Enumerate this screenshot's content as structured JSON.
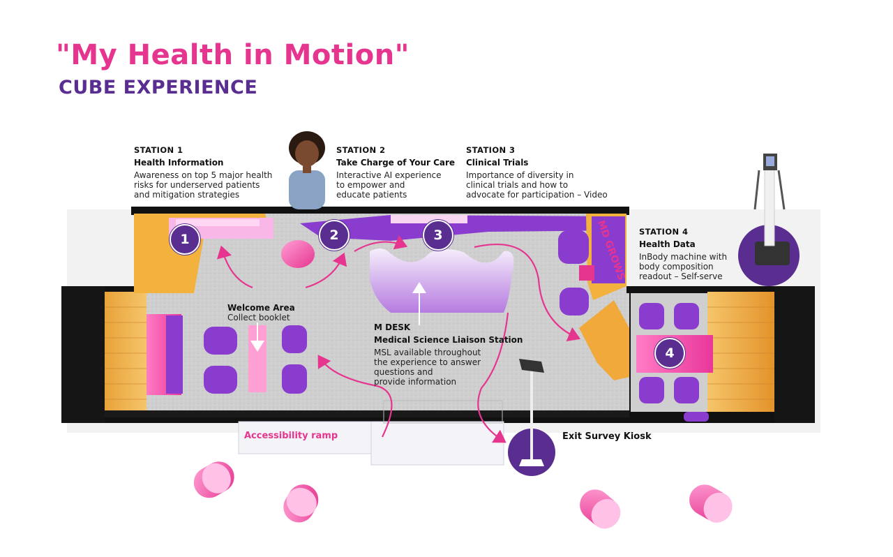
{
  "title": "\"My Health in Motion\"",
  "subtitle": "CUBE EXPERIENCE",
  "stations": [
    {
      "heading": "STATION 1",
      "name": "Health Information",
      "description": "Awareness on top 5 major health\nrisks for underserved patients\nand mitigation strategies",
      "number": "1"
    },
    {
      "heading": "STATION 2",
      "name": "Take Charge of Your Care",
      "description": "Interactive AI experience\nto empower and\neducate patients",
      "number": "2"
    },
    {
      "heading": "STATION 3",
      "name": "Clinical Trials",
      "description": "Importance of diversity in\nclinical trials and how to\nadvocate for participation – Video",
      "number": "3"
    },
    {
      "heading": "STATION 4",
      "name": "Health Data",
      "description": "InBody machine with\nbody composition\nreadout – Self-serve",
      "number": "4"
    }
  ],
  "welcome": {
    "title": "Welcome Area",
    "text": "Collect booklet"
  },
  "mdesk": {
    "title": "M DESK",
    "subtitle": "Medical Science Liaison Station",
    "text": "MSL available throughout\nthe experience to answer\nquestions and\nprovide information"
  },
  "ramp_label": "Accessibility ramp",
  "exit_label": "Exit Survey Kiosk",
  "wall_sign": "MD GROWS",
  "colors": {
    "pink": "#e6358f",
    "purple": "#5a2d91",
    "orange": "#f5a623",
    "light_purple": "#b57be0"
  }
}
